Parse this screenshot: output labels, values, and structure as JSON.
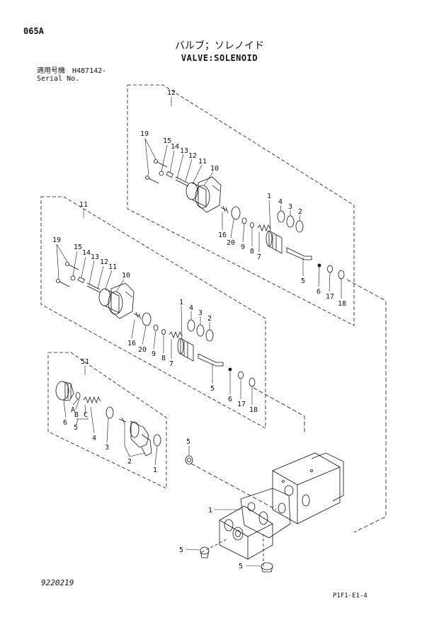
{
  "header": {
    "page_code": "065A",
    "title_jp": "バルブ；ソレノイド",
    "title_en": "VALVE:SOLENOID",
    "serial_label_jp": "適用号機",
    "serial_label_en": "Serial No.",
    "serial_value": "H487142-"
  },
  "footer": {
    "doc_number": "9220219",
    "ref_code": "P1F1-E1-4"
  },
  "callouts": {
    "group_top": "12",
    "group_middle": "11",
    "group_bottom": "51",
    "top": [
      "19",
      "15",
      "14",
      "13",
      "12",
      "11",
      "10",
      "1",
      "4",
      "3",
      "2",
      "16",
      "20",
      "9",
      "8",
      "7",
      "5",
      "6",
      "17",
      "18"
    ],
    "middle": [
      "19",
      "15",
      "14",
      "13",
      "12",
      "11",
      "10",
      "1",
      "4",
      "3",
      "2",
      "16",
      "20",
      "9",
      "8",
      "7",
      "5",
      "6",
      "17",
      "18"
    ],
    "bottom": [
      "6",
      "A",
      "B",
      "C",
      "5",
      "4",
      "3",
      "2",
      "1"
    ],
    "body": [
      "5",
      "1",
      "5",
      "5"
    ]
  }
}
